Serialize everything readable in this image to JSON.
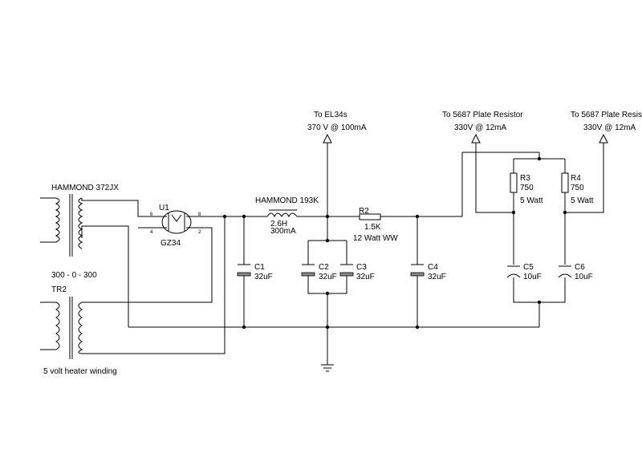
{
  "transformer1": {
    "name": "HAMMOND 372JX",
    "voltage": "300 - 0 - 300"
  },
  "transformer2": {
    "name": "TR2",
    "heater_note": "5 volt heater winding"
  },
  "tube": {
    "ref": "U1",
    "type": "GZ34",
    "pins": {
      "p6": "6",
      "p4": "4",
      "p8": "8",
      "p2": "2"
    }
  },
  "choke": {
    "name": "HAMMOND 193K",
    "inductance": "2.6H",
    "current": "300mA"
  },
  "outputs": {
    "el34": {
      "title": "To EL34s",
      "spec": "370 V @ 100mA"
    },
    "plate1": {
      "title": "To 5687 Plate Resistor",
      "spec": "330V @ 12mA"
    },
    "plate2": {
      "title": "To 5687 Plate Resis",
      "spec": "330V @ 12mA"
    }
  },
  "capacitors": {
    "c1": {
      "ref": "C1",
      "value": "32uF"
    },
    "c2": {
      "ref": "C2",
      "value": "32uF"
    },
    "c3": {
      "ref": "C3",
      "value": "32uF"
    },
    "c4": {
      "ref": "C4",
      "value": "32uF"
    },
    "c5": {
      "ref": "C5",
      "value": "10uF"
    },
    "c6": {
      "ref": "C6",
      "value": "10uF"
    }
  },
  "resistors": {
    "r2": {
      "ref": "R2",
      "value": "1.5K",
      "rating": "12 Watt WW"
    },
    "r3": {
      "ref": "R3",
      "value": "750",
      "rating": "5 Watt"
    },
    "r4": {
      "ref": "R4",
      "value": "750",
      "rating": "5 Watt"
    }
  }
}
